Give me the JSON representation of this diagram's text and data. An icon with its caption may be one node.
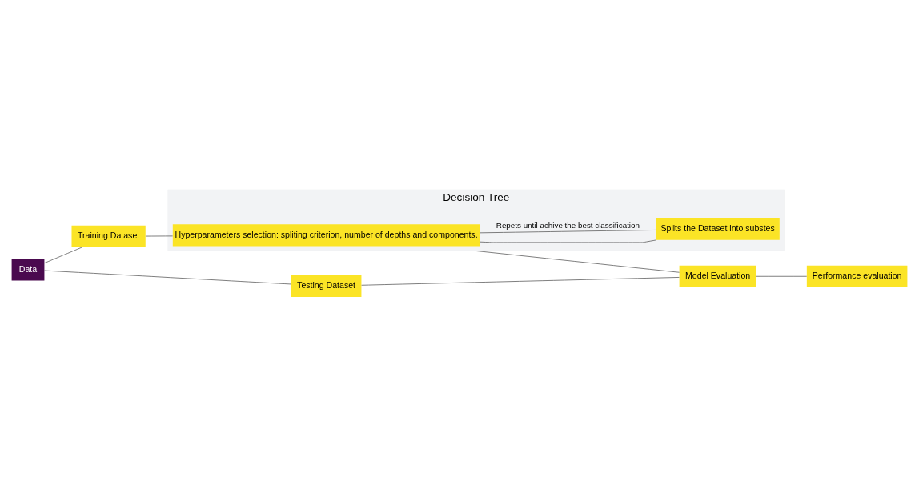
{
  "diagram": {
    "nodes": [
      {
        "text": [
          "Data"
        ]
      },
      {
        "text": [
          "Training Dataset"
        ]
      },
      {
        "text": [
          "Testing Dataset"
        ]
      },
      {
        "text": [
          "Decision Tree"
        ]
      },
      {
        "text": [
          "Hyperparameters selection: spliting criterion, number of depths and components."
        ],
        "in": 3
      },
      {
        "text": [
          "Splits the Dataset into substes"
        ],
        "in": 3
      },
      {
        "text": [
          "Model Evaluation"
        ]
      },
      {
        "text": [
          "Performance evaluation"
        ]
      }
    ],
    "edges": [
      {
        "from": 0,
        "to": 1,
        "arrow": "none"
      },
      {
        "from": 0,
        "to": 2,
        "arrow": "none"
      },
      {
        "from": 1,
        "to": 4,
        "arrow": "none"
      },
      {
        "from": 4,
        "to": 5,
        "arrow": "none"
      },
      {
        "from": 4,
        "to": 5,
        "arrow": "none",
        "label": "Repets until achive the best classification"
      },
      {
        "from": 3,
        "to": 6,
        "arrow": "none"
      },
      {
        "from": 2,
        "to": 6,
        "arrow": "none"
      },
      {
        "from": 6,
        "to": 7,
        "arrow": "none"
      }
    ]
  }
}
